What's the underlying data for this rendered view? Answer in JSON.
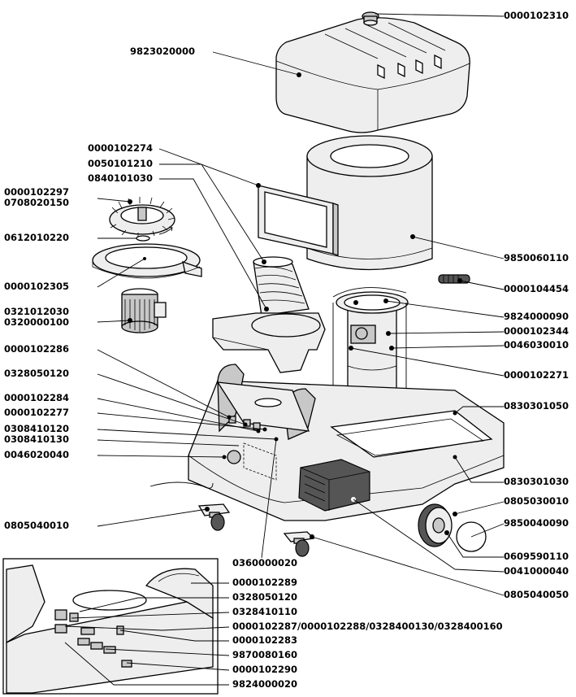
{
  "part_numbers": {
    "p01": "0000102310",
    "p02": "9823020000",
    "p03": "0000102274",
    "p04": "0050101210",
    "p05": "0840101030",
    "p06a": "0000102297",
    "p06b": "0708020150",
    "p07": "0612010220",
    "p08": "9850060110",
    "p09": "0000102305",
    "p10": "0000104454",
    "p11a": "0321012030",
    "p11b": "0320000100",
    "p12": "9824000090",
    "p13": "0000102344",
    "p14": "0000102286",
    "p15": "0046030010",
    "p16": "0328050120",
    "p17": "0000102271",
    "p18": "0000102284",
    "p19": "0830301050",
    "p20": "0000102277",
    "p21": "0308410120",
    "p22": "0308410130",
    "p23": "0046020040",
    "p24": "0830301030",
    "p25": "0805030010",
    "p26": "9850040090",
    "p27": "0805040010",
    "p28": "0609590110",
    "p29": "0041000040",
    "p30": "0360000020",
    "p31": "0805040050",
    "i01": "0000102289",
    "i02": "0328050120",
    "i03": "0328410110",
    "i04": "0000102287/0000102288/0328400130/0328400160",
    "i05": "0000102283",
    "i06": "9870080160",
    "i07": "0000102290",
    "i08": "9824000020"
  }
}
